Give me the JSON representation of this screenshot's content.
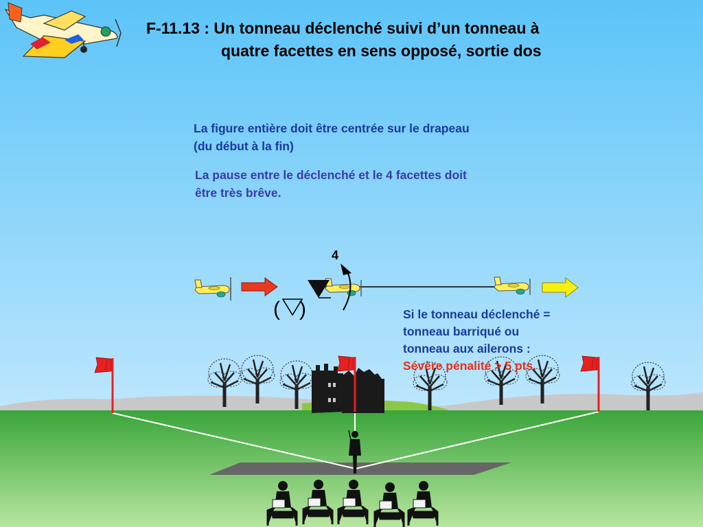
{
  "title": {
    "line1": "F-11.13 : Un tonneau déclenché suivi d’un tonneau à",
    "line2": "quatre facettes en sens opposé, sortie dos"
  },
  "notes": {
    "centered": [
      "La figure entière doit être centrée sur le drapeau",
      "(du début à la fin)"
    ],
    "pause": [
      "La pause entre le déclenché et le 4 facettes doit",
      "être très brêve."
    ]
  },
  "penalty": {
    "lines": [
      "Si le tonneau déclenché =",
      "tonneau barriqué ou",
      "tonneau aux ailerons :"
    ],
    "warning": "Sévère pénalité > 5 pts."
  },
  "diagram": {
    "roll_points_label": "4",
    "snap_alt_left": "(",
    "snap_alt_right": ")"
  },
  "colors": {
    "sky_top": "#5cc4f8",
    "sky_bottom": "#d8f0ff",
    "ground_top": "#3aa53a",
    "ground_bottom": "#b8e6a0",
    "text_blue": "#1a3a9c",
    "text_red": "#e8301a",
    "entry_arrow": "#e83a20",
    "exit_arrow": "#f5f010",
    "flag": "#e82020",
    "flightpath": "#000000"
  },
  "icons": {
    "logo": "aerobatic-plane-icon",
    "plane": "plane-side-icon",
    "snap": "snap-roll-triangle-icon",
    "flag": "judge-flag-icon",
    "tree": "tree-icon",
    "castle": "castle-ruin-icon",
    "pilot": "pilot-silhouette-icon",
    "judge": "seated-judge-icon"
  }
}
